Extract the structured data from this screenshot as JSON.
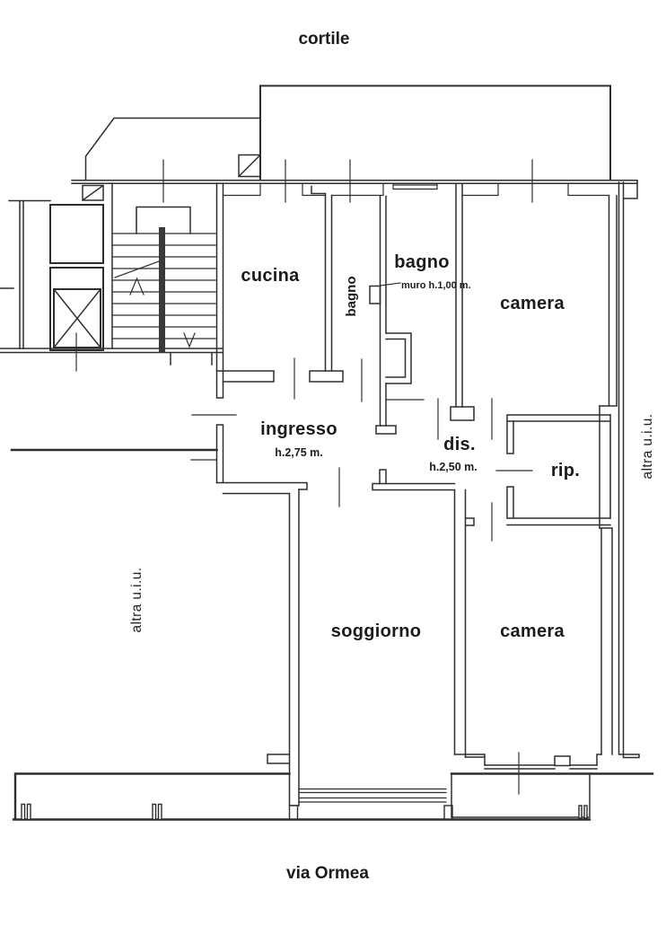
{
  "drawing": {
    "kind": "apartment floor plan"
  },
  "labels": {
    "cortile": "cortile",
    "cucina": "cucina",
    "bagno_main": "bagno",
    "bagno_small": "bagno",
    "muro_note": "muro h.1,00 m.",
    "camera_top": "camera",
    "ingresso": "ingresso",
    "ingresso_height": "h.2,75 m.",
    "dis": "dis.",
    "dis_height": "h.2,50 m.",
    "rip": "rip.",
    "soggiorno": "soggiorno",
    "camera_bottom": "camera",
    "via_ormea": "via Ormea",
    "altra_uiu_left": "altra u.i.u.",
    "altra_uiu_right": "altra u.i.u."
  },
  "colors": {
    "line": "#2e2e2e",
    "background": "#ffffff",
    "text": "#1b1b1b"
  }
}
